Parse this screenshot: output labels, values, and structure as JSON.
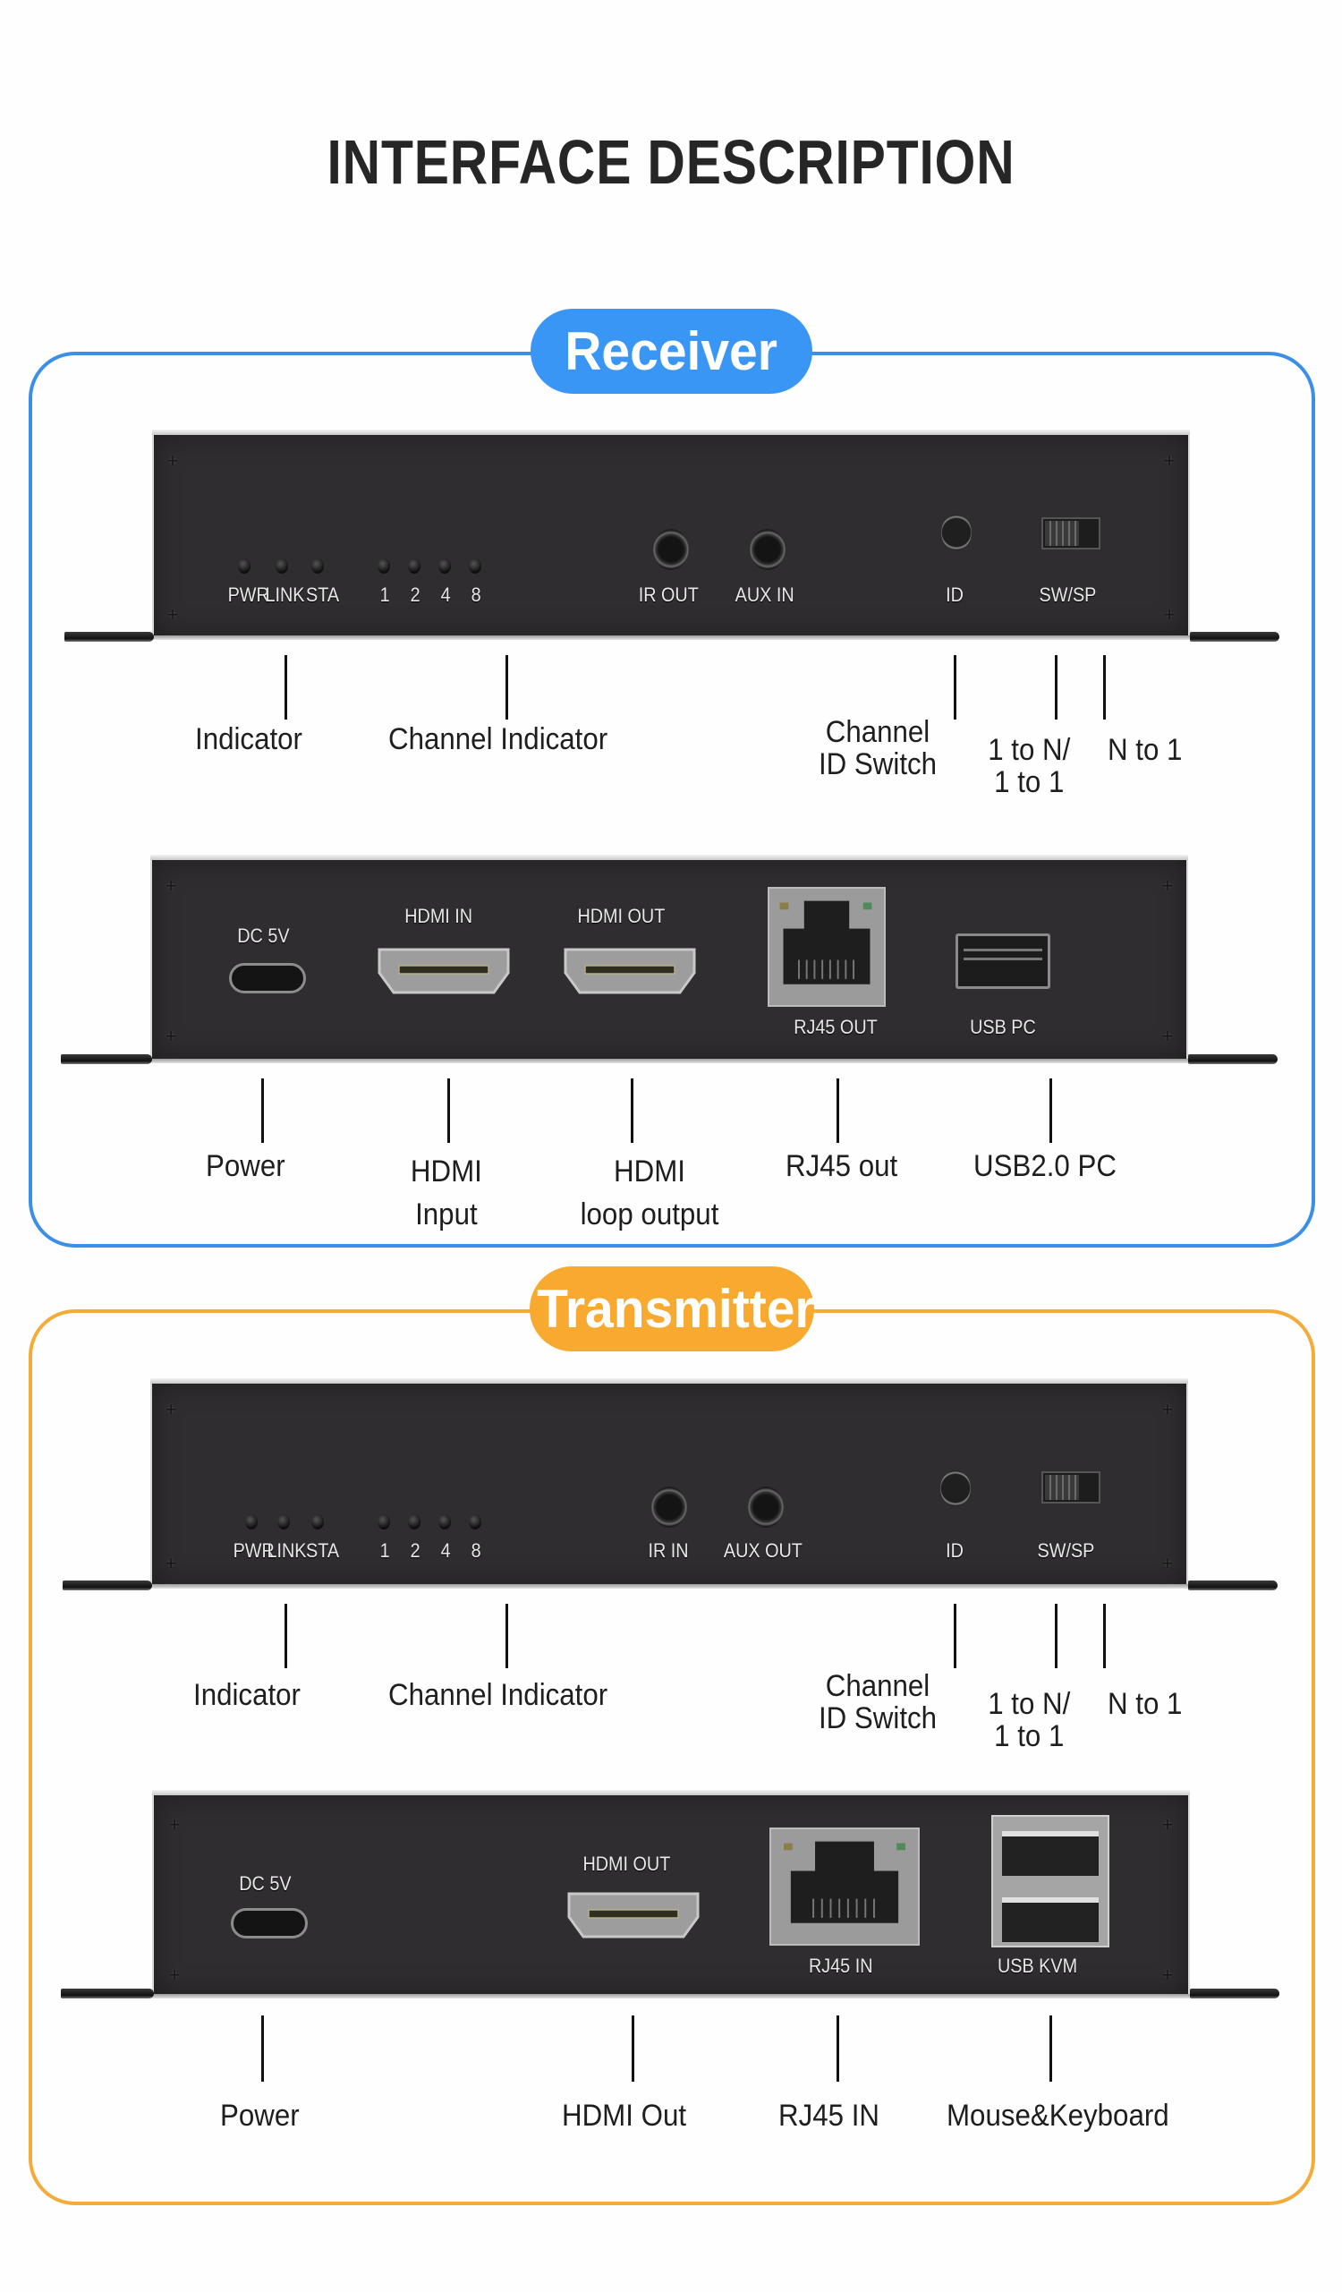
{
  "title": "INTERFACE DESCRIPTION",
  "colors": {
    "receiver_accent": "#3a96f5",
    "transmitter_accent": "#f8a930",
    "panel": "#2f2d2f"
  },
  "receiver": {
    "heading": "Receiver",
    "front_panel": {
      "labels": {
        "pwr": "PWR",
        "link": "LINK",
        "sta": "STA",
        "ch1": "1",
        "ch2": "2",
        "ch4": "4",
        "ch8": "8",
        "ir": "IR OUT",
        "aux": "AUX IN",
        "id": "ID",
        "swsp": "SW/SP"
      },
      "callouts": {
        "indicator": "Indicator",
        "channel_indicator": "Channel Indicator",
        "channel_id_line1": "Channel",
        "channel_id_line2": "ID Switch",
        "one_to_n_line1": "1 to N/",
        "one_to_n_line2": "1 to 1",
        "n_to_one": "N to 1"
      }
    },
    "back_panel": {
      "labels": {
        "dc": "DC 5V",
        "hdmi_in": "HDMI IN",
        "hdmi_out": "HDMI OUT",
        "rj45": "RJ45 OUT",
        "usb": "USB PC"
      },
      "callouts": {
        "power": "Power",
        "hdmi_input_line1": "HDMI",
        "hdmi_input_line2": "Input",
        "hdmi_loop_line1": "HDMI",
        "hdmi_loop_line2": "loop output",
        "rj45": "RJ45 out",
        "usb": "USB2.0 PC"
      }
    }
  },
  "transmitter": {
    "heading": "Transmitter",
    "front_panel": {
      "labels": {
        "pwr": "PWR",
        "link": "LINK",
        "sta": "STA",
        "ch1": "1",
        "ch2": "2",
        "ch4": "4",
        "ch8": "8",
        "ir": "IR IN",
        "aux": "AUX OUT",
        "id": "ID",
        "swsp": "SW/SP"
      },
      "callouts": {
        "indicator": "Indicator",
        "channel_indicator": "Channel Indicator",
        "channel_id_line1": "Channel",
        "channel_id_line2": "ID Switch",
        "one_to_n_line1": "1 to N/",
        "one_to_n_line2": "1 to 1",
        "n_to_one": "N to 1"
      }
    },
    "back_panel": {
      "labels": {
        "dc": "DC 5V",
        "hdmi_out": "HDMI OUT",
        "rj45": "RJ45 IN",
        "usb": "USB KVM"
      },
      "callouts": {
        "power": "Power",
        "hdmi_out": "HDMI Out",
        "rj45": "RJ45 IN",
        "usb": "Mouse&Keyboard"
      }
    }
  }
}
